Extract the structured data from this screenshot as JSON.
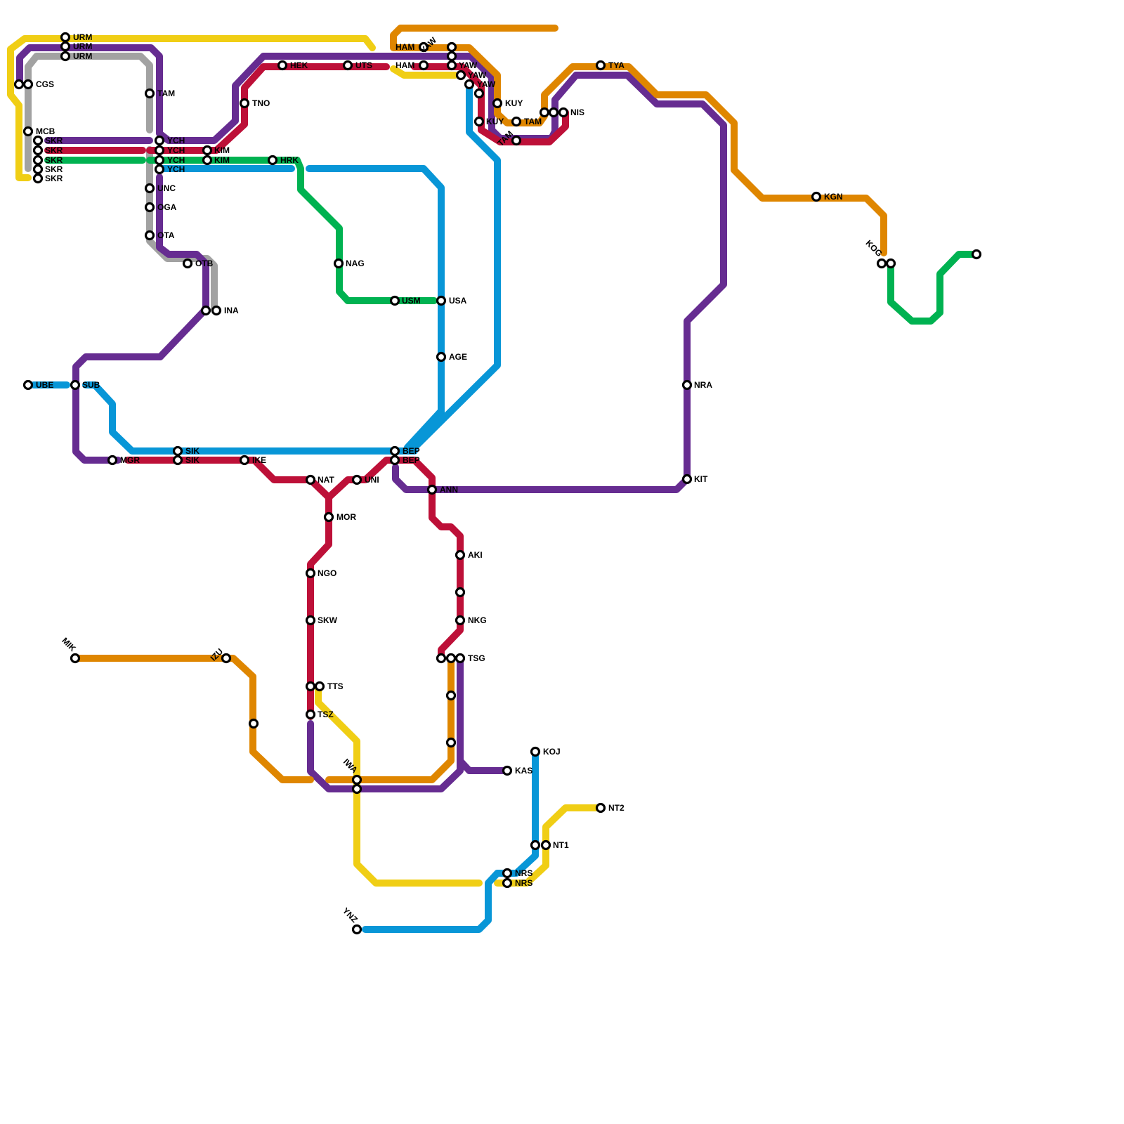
{
  "colors": {
    "yellow": "#F0CE15",
    "purple": "#662C91",
    "gray": "#A2A2A2",
    "red": "#BD1038",
    "green": "#00B251",
    "blue": "#0896D7",
    "orange": "#DF8600"
  },
  "lines": [
    {
      "color": "yellow",
      "name": "yellow-line"
    },
    {
      "color": "purple",
      "name": "purple-line"
    },
    {
      "color": "gray",
      "name": "gray-line"
    },
    {
      "color": "red",
      "name": "red-line"
    },
    {
      "color": "green",
      "name": "green-line"
    },
    {
      "color": "blue",
      "name": "blue-line"
    },
    {
      "color": "orange",
      "name": "orange-line"
    }
  ],
  "stations": {
    "urm": [
      "URM",
      "URM",
      "URM"
    ],
    "cgs": "CGS",
    "mcb": "MCB",
    "skr": [
      "SKR",
      "SKR",
      "SKR",
      "SKR",
      "SKR"
    ],
    "tam_west": "TAM",
    "ych": [
      "YCH",
      "YCH",
      "YCH",
      "YCH"
    ],
    "kim": [
      "KIM",
      "KIM"
    ],
    "hrk": "HRK",
    "unc": "UNC",
    "oga": "OGA",
    "ota": "OTA",
    "otb": "OTB",
    "ina": "INA",
    "tno": "TNO",
    "hek": "HEK",
    "uts": "UTS",
    "ham": [
      "HAM",
      "HAM"
    ],
    "yaw": [
      "YAW",
      "YAW",
      "YAW",
      "YAW"
    ],
    "kuy": [
      "KUY",
      "KUY"
    ],
    "tam_east": [
      "TAM",
      "TAM"
    ],
    "nis": "NIS",
    "tya": "TYA",
    "kgn": "KGN",
    "kog": "KOG",
    "nag": "NAG",
    "usm": "USM",
    "usa": "USA",
    "age": "AGE",
    "ube": "UBE",
    "sub": "SUB",
    "sik": [
      "SIK",
      "SIK"
    ],
    "mgr": "MGR",
    "ike": "IKE",
    "nat": "NAT",
    "uni": "UNI",
    "bep": [
      "BEP",
      "BEP"
    ],
    "ann": "ANN",
    "mor": "MOR",
    "nra": "NRA",
    "kit": "KIT",
    "ngo": "NGO",
    "aki": "AKI",
    "skw": "SKW",
    "nkg": "NKG",
    "tsg": "TSG",
    "mik": "MIK",
    "izu": "IZU",
    "tts": "TTS",
    "tsz": "TSZ",
    "iwa": "IWA",
    "koj": "KOJ",
    "kas": "KAS",
    "nt2": "NT2",
    "nt1": "NT1",
    "nrs": [
      "NRS",
      "NRS"
    ],
    "ynz": "YNZ"
  }
}
